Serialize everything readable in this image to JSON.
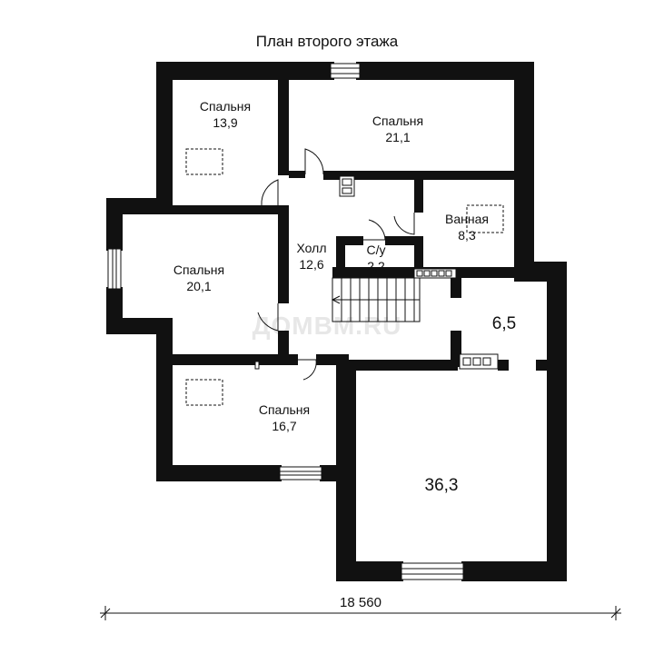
{
  "title": "План второго этажа",
  "watermark": "ДОМВМ.RU",
  "dimension": "18 560",
  "colors": {
    "wall": "#111111",
    "background": "#ffffff",
    "watermark": "#e7e7e7"
  },
  "rooms": [
    {
      "id": "bedroom-nw",
      "name": "Спальня",
      "area": "13,9"
    },
    {
      "id": "bedroom-n",
      "name": "Спальня",
      "area": "21,1"
    },
    {
      "id": "bathroom",
      "name": "Ванная",
      "area": "8,3"
    },
    {
      "id": "hall",
      "name": "Холл",
      "area": "12,6"
    },
    {
      "id": "wc",
      "name": "С/у",
      "area": "2,2"
    },
    {
      "id": "bedroom-w",
      "name": "Спальня",
      "area": "20,1"
    },
    {
      "id": "room-small",
      "name": "",
      "area": "6,5"
    },
    {
      "id": "bedroom-sw",
      "name": "Спальня",
      "area": "16,7"
    },
    {
      "id": "room-large",
      "name": "",
      "area": "36,3"
    }
  ]
}
